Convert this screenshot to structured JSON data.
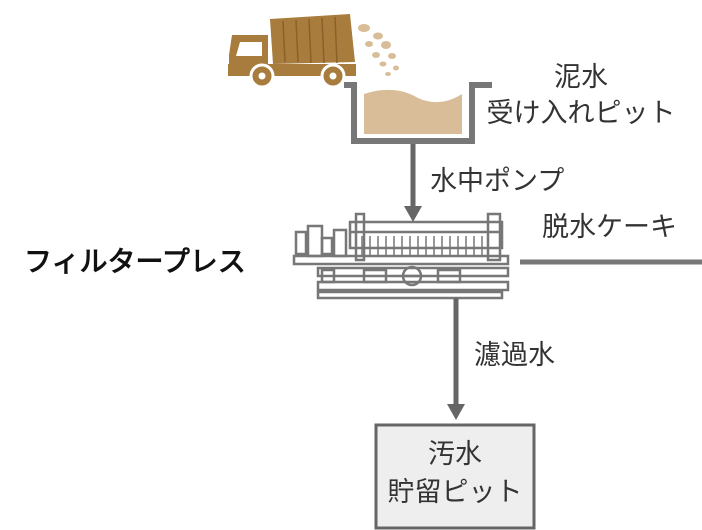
{
  "labels": {
    "slurry_pit_line1": "泥水",
    "slurry_pit_line2": "受け入れピット",
    "pump": "水中ポンプ",
    "filter_press": "フィルタープレス",
    "cake": "脱水ケーキ",
    "filtrate": "濾過水",
    "storage_line1": "汚水",
    "storage_line2": "貯留ピット"
  },
  "colors": {
    "truck": "#a87c3c",
    "mud": "#d8bd98",
    "machine_stroke": "#777777",
    "arrow": "#666666",
    "box_fill": "#eeeeee"
  }
}
